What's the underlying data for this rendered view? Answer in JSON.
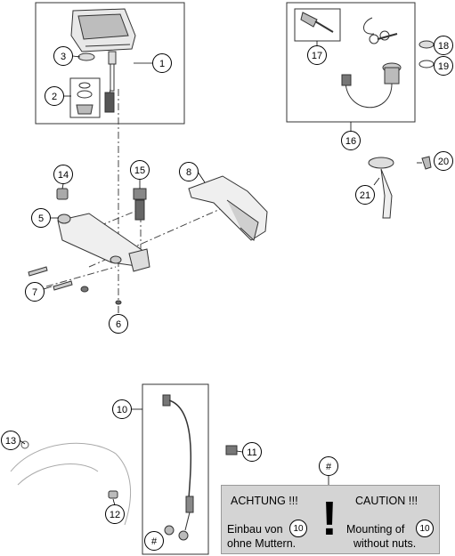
{
  "callouts": [
    {
      "id": "c1",
      "label": "1"
    },
    {
      "id": "c2",
      "label": "2"
    },
    {
      "id": "c3",
      "label": "3"
    },
    {
      "id": "c5",
      "label": "5"
    },
    {
      "id": "c6",
      "label": "6"
    },
    {
      "id": "c7",
      "label": "7"
    },
    {
      "id": "c8",
      "label": "8"
    },
    {
      "id": "c10",
      "label": "10"
    },
    {
      "id": "c11",
      "label": "11"
    },
    {
      "id": "c12",
      "label": "12"
    },
    {
      "id": "c13",
      "label": "13"
    },
    {
      "id": "c14",
      "label": "14"
    },
    {
      "id": "c15",
      "label": "15"
    },
    {
      "id": "c16",
      "label": "16"
    },
    {
      "id": "c17",
      "label": "17"
    },
    {
      "id": "c18",
      "label": "18"
    },
    {
      "id": "c19",
      "label": "19"
    },
    {
      "id": "c20",
      "label": "20"
    },
    {
      "id": "c21",
      "label": "21"
    },
    {
      "id": "hash_box",
      "label": "#"
    },
    {
      "id": "hash_note",
      "label": "#"
    }
  ],
  "note": {
    "achtung": "ACHTUNG !!!",
    "caution": "CAUTION !!!",
    "de_line1": "Einbau von",
    "de_line2": "ohne Muttern.",
    "en_line1": "Mounting of",
    "en_line2": "without nuts.",
    "ref_de": "10",
    "ref_en": "10",
    "exclamation": "!",
    "bg_color": "#d4d4d4"
  }
}
